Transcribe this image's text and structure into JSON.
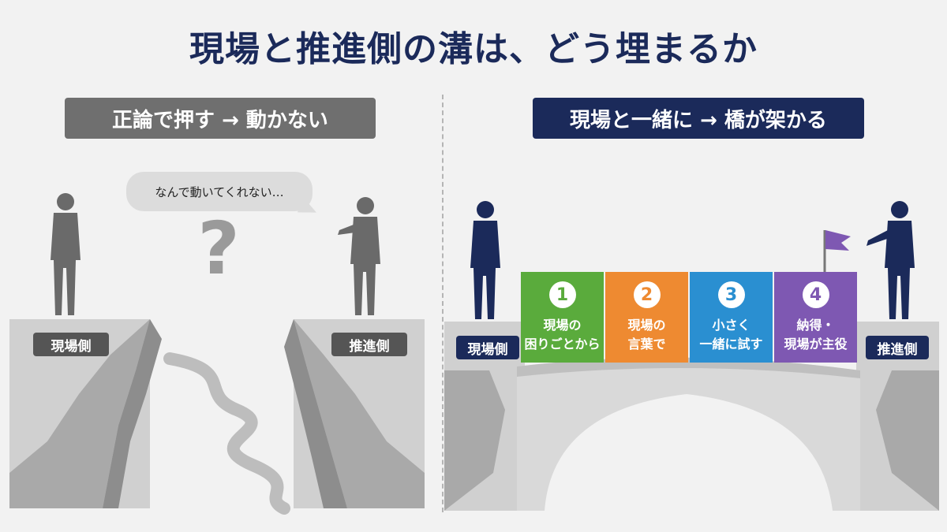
{
  "title": "現場と推進側の溝は、どう埋まるか",
  "left_panel": {
    "banner": "正論で押す → 動かない",
    "speech_bubble": "なんで動いてくれない…",
    "question_mark": "?",
    "left_label": "現場側",
    "right_label": "推進側"
  },
  "right_panel": {
    "banner": "現場と一緒に → 橋が架かる",
    "left_label": "現場側",
    "right_label": "推進側",
    "steps": [
      {
        "number": "1",
        "text_line1": "現場の",
        "text_line2": "困りごとから",
        "color": "#5aab3c"
      },
      {
        "number": "2",
        "text_line1": "現場の",
        "text_line2": "言葉で",
        "color": "#ee8a31"
      },
      {
        "number": "3",
        "text_line1": "小さく",
        "text_line2": "一緒に試す",
        "color": "#2a8fd1"
      },
      {
        "number": "4",
        "text_line1": "納得・",
        "text_line2": "現場が主役",
        "color": "#7e58b2"
      }
    ]
  },
  "colors": {
    "navy": "#1b2a5a",
    "gray_banner": "#6f6f6f",
    "cliff_gray": "#c8c8c8",
    "flag_purple": "#7e58b2"
  }
}
